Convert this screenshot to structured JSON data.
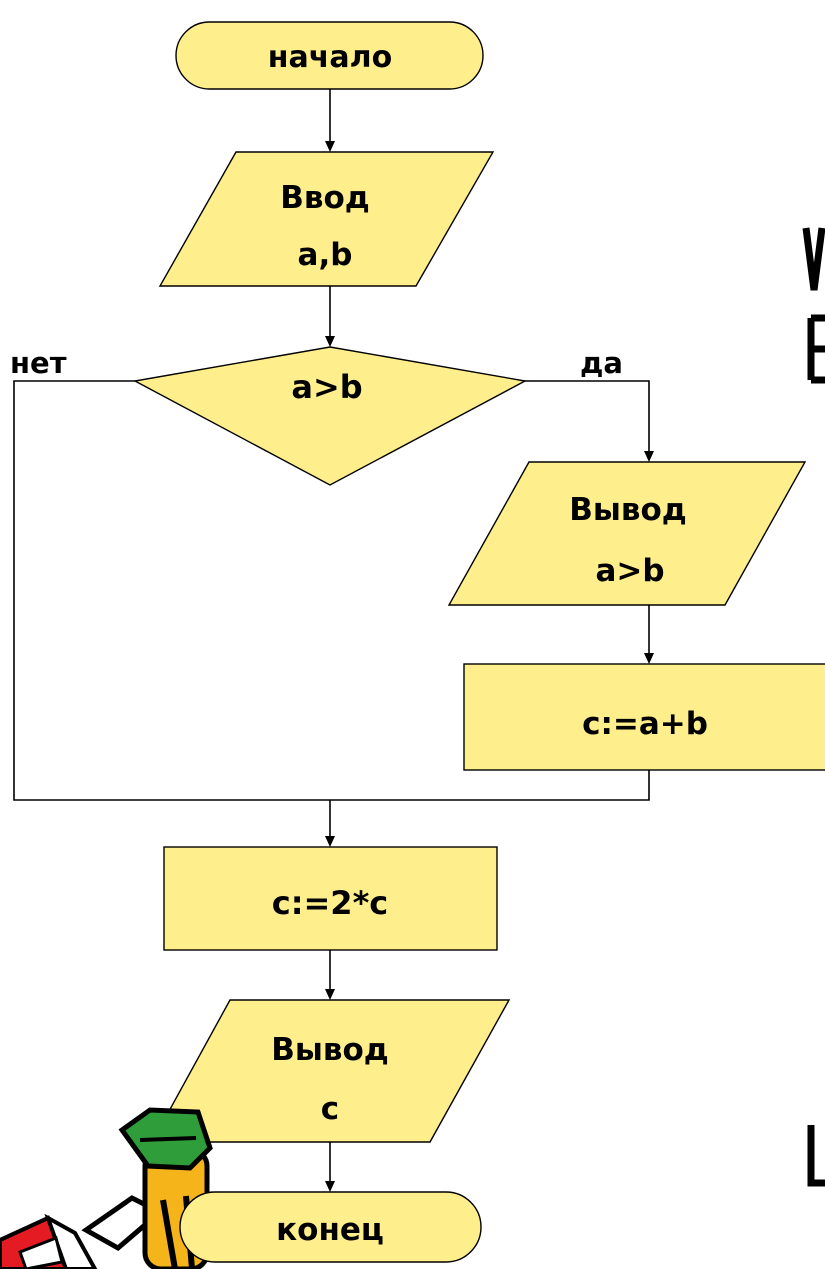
{
  "flowchart": {
    "start": "начало",
    "input_line1": "Ввод",
    "input_line2": "a,b",
    "condition": "a>b",
    "no_label": "нет",
    "yes_label": "да",
    "output1_line1": "Вывод",
    "output1_line2": "a>b",
    "assign1": "c:=a+b",
    "assign2": "c:=2*c",
    "output2_line1": "Вывод",
    "output2_line2": "c",
    "end": "конец"
  },
  "colors": {
    "block_fill": "#ffee8c",
    "stroke": "#000000"
  },
  "icons": [
    "pencil-mascot-icon"
  ]
}
